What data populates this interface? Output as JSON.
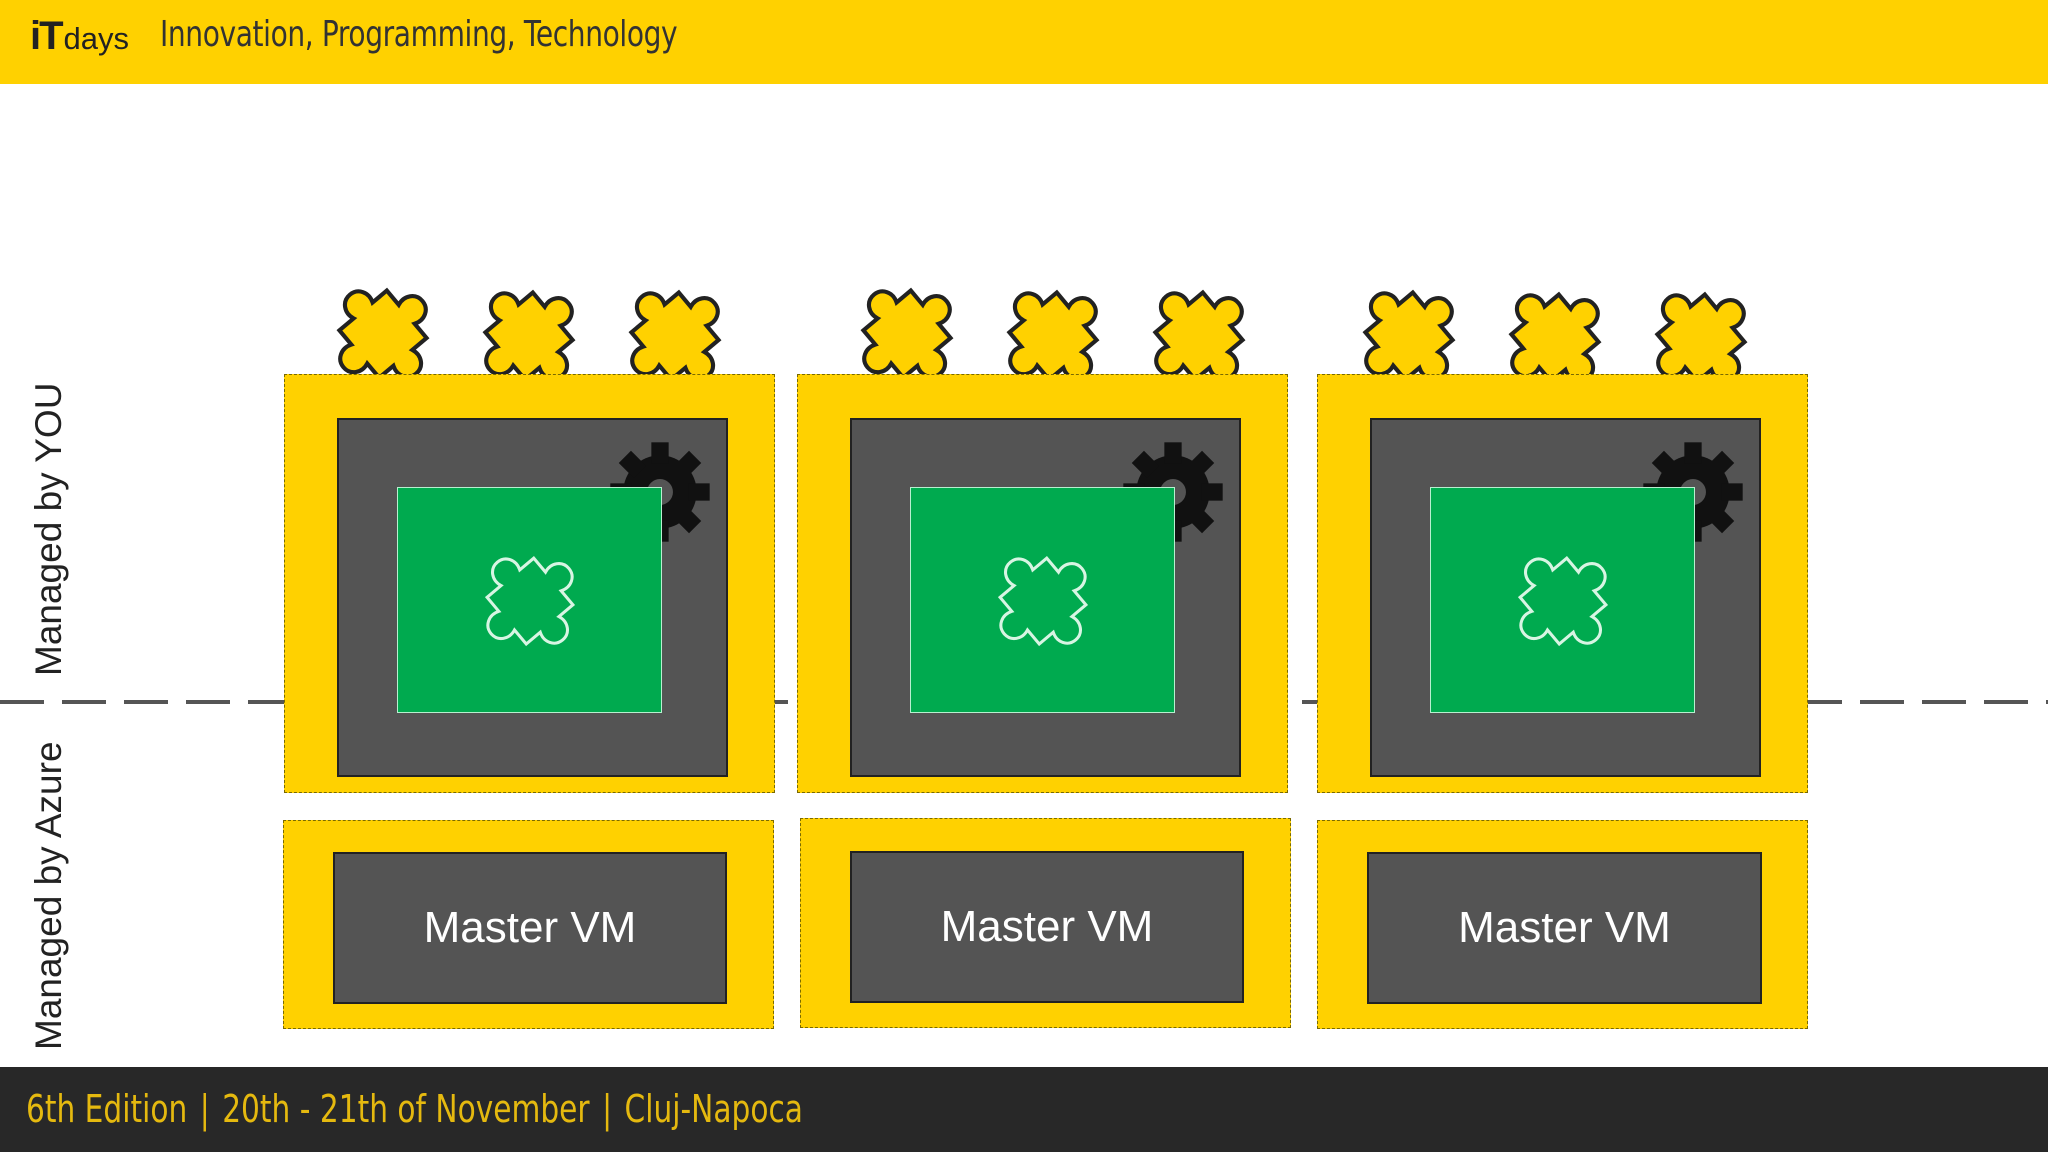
{
  "header": {
    "logo_it": "iT",
    "logo_days": "days",
    "tagline": "Innovation, Programming, Technology",
    "background": "#ffd100"
  },
  "side_labels": {
    "top": "Managed by YOU",
    "bottom": "Managed by Azure"
  },
  "nodes": [
    {
      "master_label": "Master VM",
      "icon": "puzzle-icon"
    },
    {
      "master_label": "Master VM",
      "icon": "puzzle-icon"
    },
    {
      "master_label": "Master VM",
      "icon": "puzzle-icon"
    }
  ],
  "footer": {
    "edition": "6th Edition",
    "separator": "|",
    "dates": "20th - 21th of November",
    "city": "Cluj-Napoca",
    "background": "#282828",
    "text_color": "#e5b90f"
  },
  "colors": {
    "yellow": "#ffd100",
    "dark_gray": "#545454",
    "green": "#00aa4f"
  }
}
